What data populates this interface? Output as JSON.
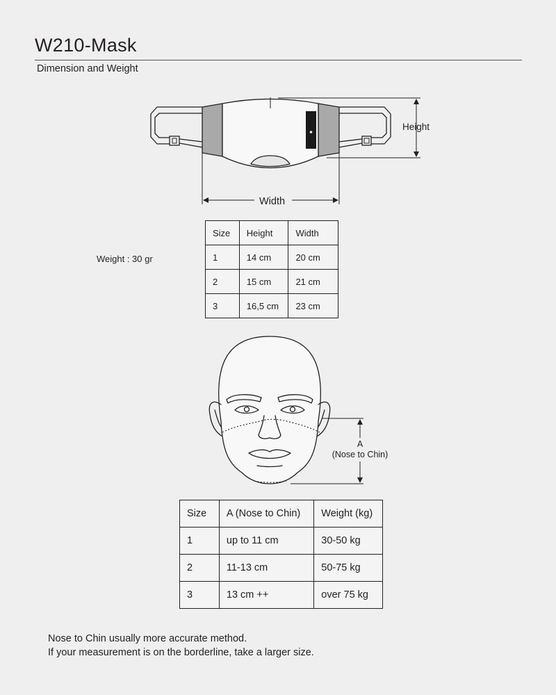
{
  "header": {
    "title": "W210-Mask",
    "subtitle": "Dimension and Weight"
  },
  "mask_diagram": {
    "height_label": "Height",
    "width_label": "Width"
  },
  "weight_note": "Weight : 30 gr",
  "dimension_table": {
    "headers": [
      "Size",
      "Height",
      "Width"
    ],
    "rows": [
      [
        "1",
        "14 cm",
        "20 cm"
      ],
      [
        "2",
        "15 cm",
        "21 cm"
      ],
      [
        "3",
        "16,5 cm",
        "23 cm"
      ]
    ]
  },
  "face_diagram": {
    "measure_label": "A",
    "measure_sublabel": "(Nose to Chin)"
  },
  "fit_table": {
    "headers": [
      "Size",
      "A (Nose to Chin)",
      "Weight (kg)"
    ],
    "rows": [
      [
        "1",
        "up to 11 cm",
        "30-50 kg"
      ],
      [
        "2",
        "11-13 cm",
        "50-75 kg"
      ],
      [
        "3",
        "13 cm ++",
        "over 75 kg"
      ]
    ]
  },
  "footnote": {
    "line1": "Nose to Chin usually more accurate method.",
    "line2": "If your measurement is on the borderline, take a larger size."
  },
  "colors": {
    "background": "#efefef",
    "ink": "#231f20",
    "panel_gray": "#a9a9a9"
  }
}
